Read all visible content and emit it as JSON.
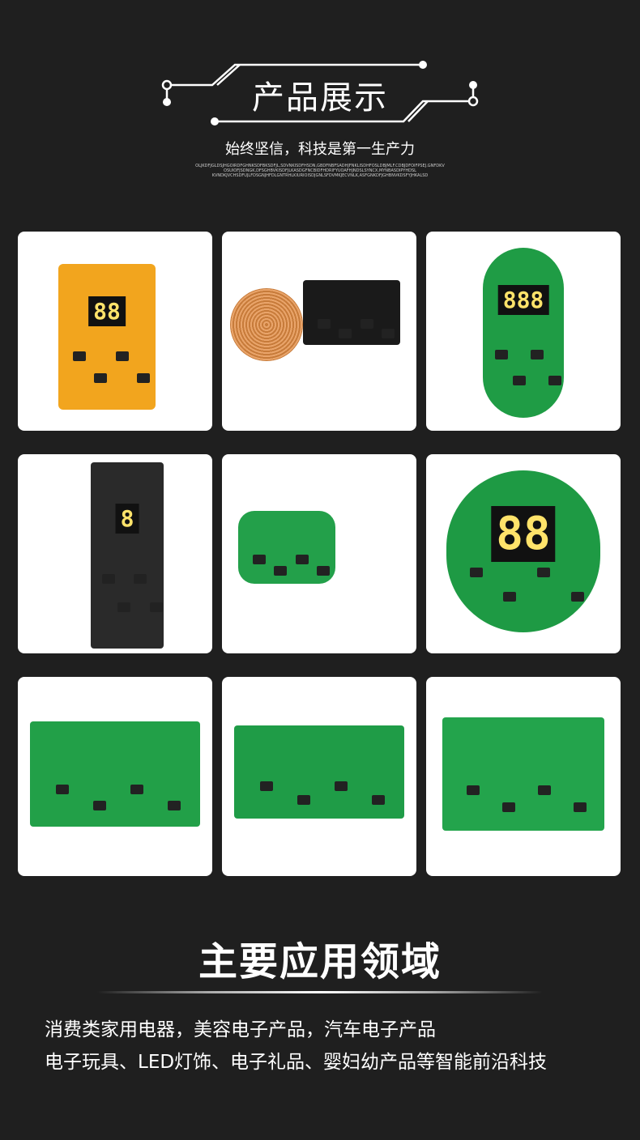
{
  "header": {
    "title": "产品展示",
    "slogan": "始终坚信，科技是第一生产力",
    "fine_print": [
      "OLJKDFJGLDSJHGOIRDFGHNKSDFBKSDFJL,SDVNKISDFHSDN,GBDFNBFSADHJFNKLISDHFOSLDBJMLF.CDBJDFOIFPSEJ.GNFDKV",
      "OSUIOFJSDNGK,DFSGHBVKISDFJLKASDGFNCBIDFHDRIFYUOAFHJNDSLSYNCX,MYNBASDIPYHDSL",
      "KVNDKJVCHSDFUJLFDSGNJHFDLGNTRHLKIURIOISDJGNLSFDVMKJECVNLK,ASFGNKDFJGHBNVKDSFYJHKALSD"
    ]
  },
  "products": [
    {
      "name": "yellow-display-pcb",
      "color": "#f2a51e",
      "display": "88"
    },
    {
      "name": "wireless-charger-pcb",
      "color": "#1a1a1a",
      "display": ""
    },
    {
      "name": "green-oval-display-pcb",
      "color": "#1f9c45",
      "display": "888"
    },
    {
      "name": "black-strip-pcb",
      "color": "#2a2a2a",
      "display": "8"
    },
    {
      "name": "green-battery-pcb",
      "color": "#23a04a",
      "display": ""
    },
    {
      "name": "round-display-pcb",
      "color": "#1e9a44",
      "display": "88"
    },
    {
      "name": "relay-grid-pcb",
      "color": "#22a048",
      "display": ""
    },
    {
      "name": "controller-pcb",
      "color": "#1f9c47",
      "display": ""
    },
    {
      "name": "relay-board-pcb",
      "color": "#23a44c",
      "display": ""
    }
  ],
  "applications": {
    "title": "主要应用领域",
    "lines": [
      "消费类家用电器，美容电子产品，汽车电子产品",
      "电子玩具、LED灯饰、电子礼品、婴妇幼产品等智能前沿科技"
    ]
  }
}
